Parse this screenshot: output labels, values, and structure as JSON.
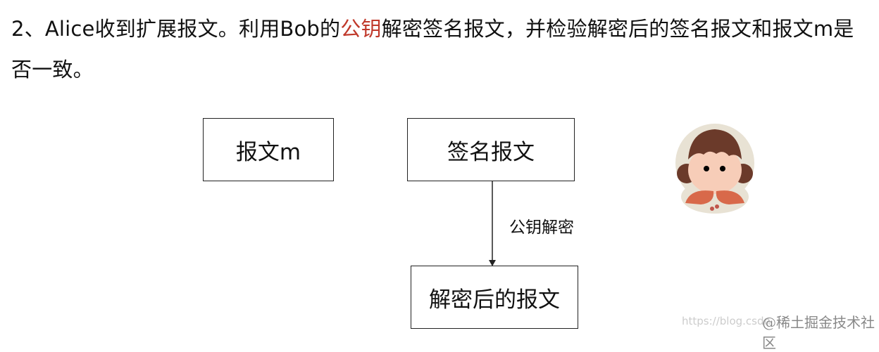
{
  "title": {
    "prefix": "2、Alice收到扩展报文。利用Bob的",
    "highlight": "公钥",
    "suffix": "解密签名报文，并检验解密后的签名报文和报文m是否一致。",
    "highlight_color": "#c0392b"
  },
  "diagram": {
    "nodes": {
      "message": "报文m",
      "signed_message": "签名报文",
      "decrypted_message": "解密后的报文"
    },
    "edge_label": "公钥解密",
    "avatar_icon": "girl-avatar-icon"
  },
  "watermark": {
    "url": "https://blog.csdn",
    "site": "@稀土掘金技术社区"
  }
}
